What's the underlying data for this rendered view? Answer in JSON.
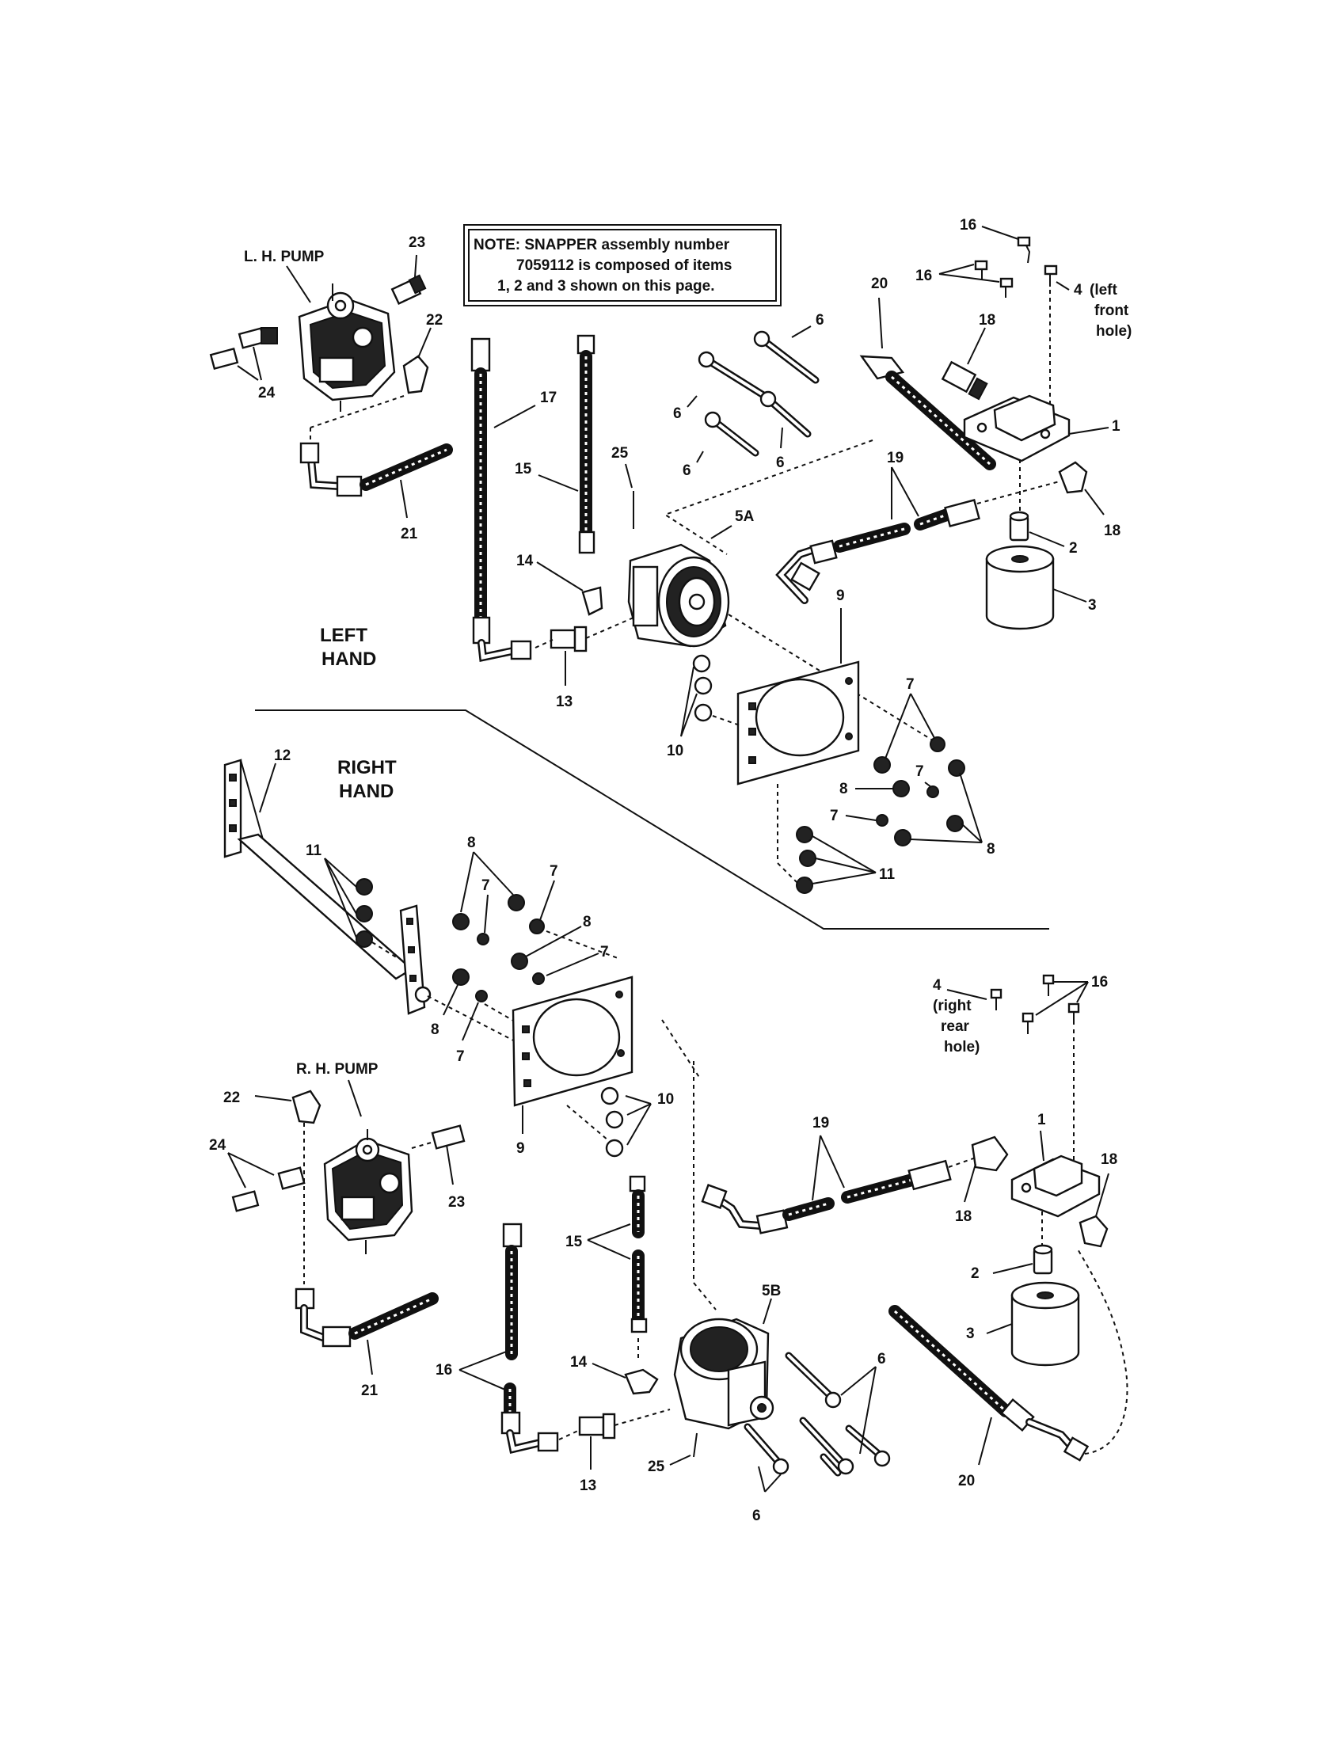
{
  "note": {
    "lines": [
      "NOTE: SNAPPER assembly number",
      "7059112 is composed of items",
      "1, 2 and 3 shown on this page."
    ]
  },
  "sections": {
    "left": [
      "LEFT",
      "HAND"
    ],
    "right": [
      "RIGHT",
      "HAND"
    ]
  },
  "pumps": {
    "lh": "L. H. PUMP",
    "rh": "R. H. PUMP"
  },
  "callouts_top": {
    "c23": "23",
    "c22": "22",
    "c24": "24",
    "c21": "21",
    "c17": "17",
    "c15": "15",
    "c25": "25",
    "c14": "14",
    "c13": "13",
    "c5A": "5A",
    "c6a": "6",
    "c6b": "6",
    "c6c": "6",
    "c6d": "6",
    "c20": "20",
    "c16a": "16",
    "c16b": "16",
    "c4": "4",
    "c4note": [
      "(left",
      "front",
      "hole)"
    ],
    "c18a": "18",
    "c18b": "18",
    "c1": "1",
    "c19": "19",
    "c2": "2",
    "c3": "3",
    "c9": "9",
    "c10": "10",
    "c7a": "7",
    "c7b": "7",
    "c7c": "7",
    "c8a": "8",
    "c8b": "8",
    "c11": "11"
  },
  "callouts_bottom": {
    "c12": "12",
    "c11": "11",
    "c8a": "8",
    "c7a": "7",
    "c7b": "7",
    "c8b": "8",
    "c7c": "7",
    "c8c": "8",
    "c7d": "7",
    "c9": "9",
    "c10": "10",
    "c22": "22",
    "c24": "24",
    "c23": "23",
    "c21": "21",
    "c16": "16",
    "c15": "15",
    "c14": "14",
    "c13": "13",
    "c25": "25",
    "c5B": "5B",
    "c6a": "6",
    "c6b": "6",
    "c4": "4",
    "c4note": [
      "(right",
      "rear",
      "hole)"
    ],
    "c16top": "16",
    "c1": "1",
    "c18a": "18",
    "c18b": "18",
    "c19": "19",
    "c2": "2",
    "c3": "3",
    "c20": "20"
  }
}
